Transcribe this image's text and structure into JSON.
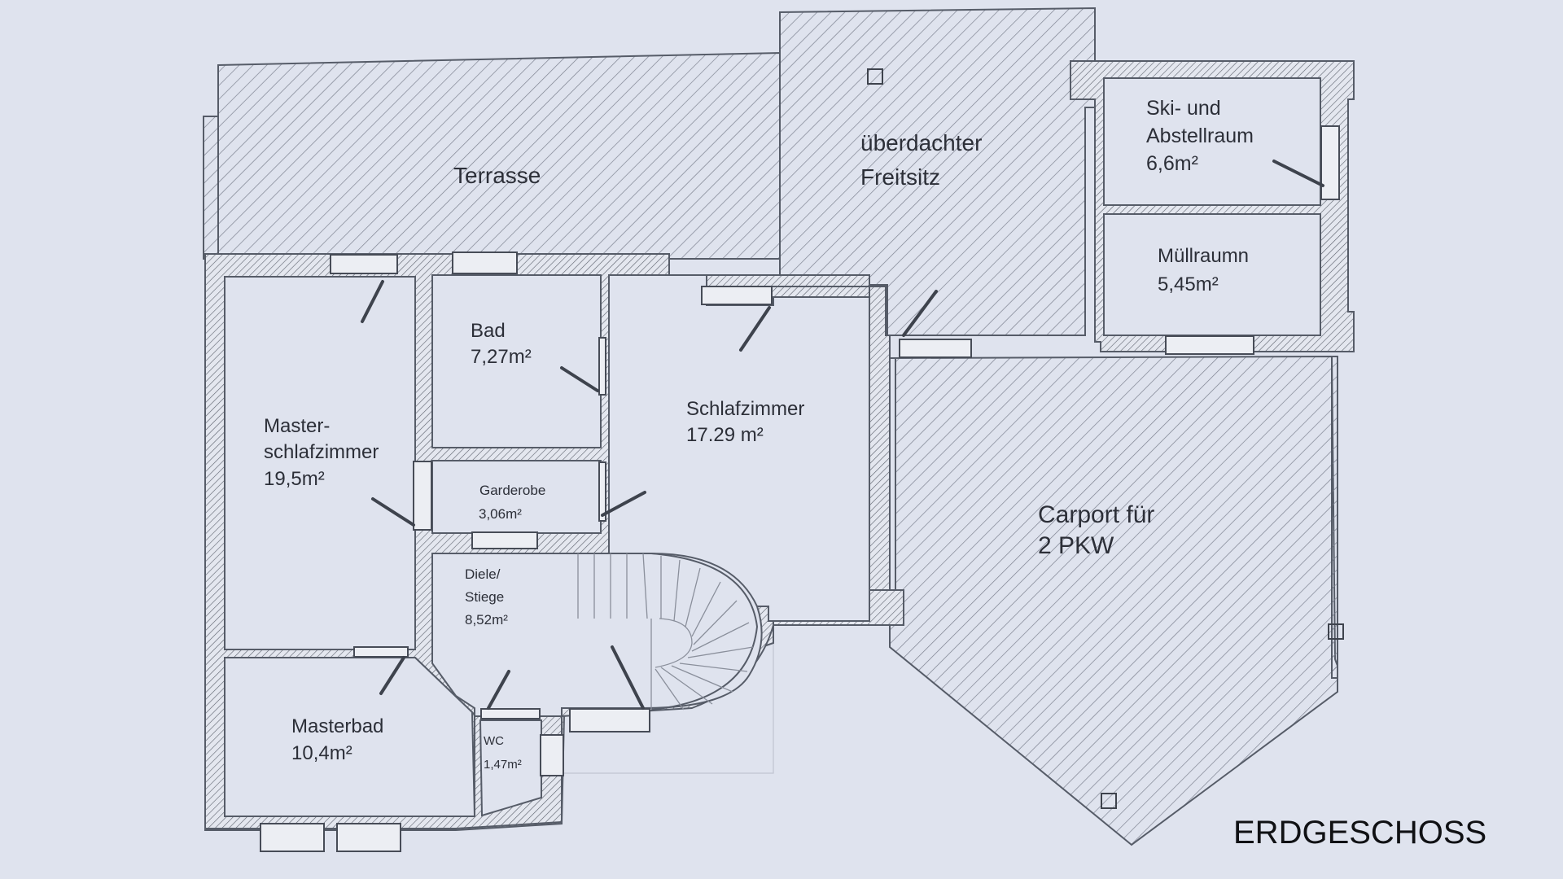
{
  "title": "ERDGESCHOSS",
  "colors": {
    "paper": "#dfe3ee",
    "wall": "#565c68",
    "hatch": "#7d8290",
    "text": "#2c2f38"
  },
  "rooms": {
    "terrasse": {
      "name": "Terrasse"
    },
    "freisitz": {
      "line1": "überdachter",
      "line2": "Freitsitz"
    },
    "ski": {
      "line1": "Ski- und",
      "line2": "Abstellraum",
      "area": "6,6m²"
    },
    "muell": {
      "name": "Müllraumn",
      "area": "5,45m²"
    },
    "bad": {
      "name": "Bad",
      "area": "7,27m²"
    },
    "schlaf": {
      "name": "Schlafzimmer",
      "area": "17.29 m²"
    },
    "master": {
      "line1": "Master-",
      "line2": "schlafzimmer",
      "area": "19,5m²"
    },
    "garderobe": {
      "name": "Garderobe",
      "area": "3,06m²"
    },
    "diele": {
      "line1": "Diele/",
      "line2": "Stiege",
      "area": "8,52m²"
    },
    "carport": {
      "line1": "Carport für",
      "line2": "2 PKW"
    },
    "masterbad": {
      "name": "Masterbad",
      "area": "10,4m²"
    },
    "wc": {
      "name": "WC",
      "area": "1,47m²"
    }
  }
}
